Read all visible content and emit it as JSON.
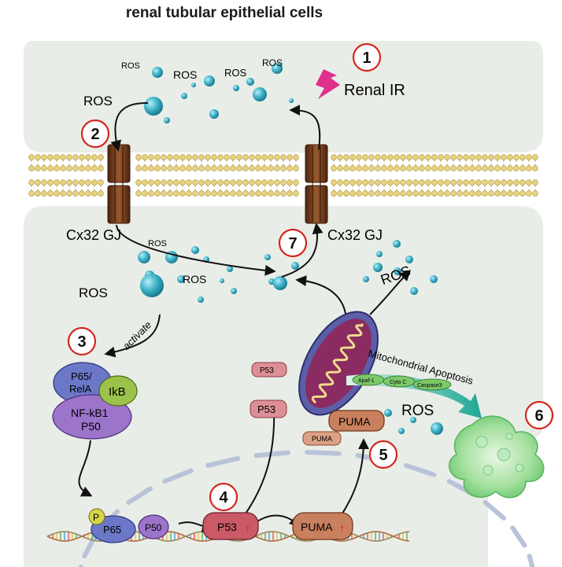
{
  "title": "renal tubular epithelial cells",
  "labels": {
    "ros": "ROS",
    "renal_ir": "Renal IR",
    "cx32_gj": "Cx32 GJ",
    "activate": "activate",
    "mitochondrial_apoptosis": "Mitochondrial Apoptosis"
  },
  "steps": [
    "1",
    "2",
    "3",
    "4",
    "5",
    "6",
    "7"
  ],
  "complex": {
    "p65_rela_line1": "P65/",
    "p65_rela_line2": "RelA",
    "ikb": "IkB",
    "nfkb1_line1": "NF-kB1",
    "nfkb1_line2": "P50"
  },
  "nucleus": {
    "p": "P",
    "p65": "P65",
    "p50": "P50",
    "p53": "P53",
    "puma": "PUMA",
    "up_arrow": "↑"
  },
  "proteins": {
    "p53": "P53",
    "puma": "PUMA"
  },
  "cascade": [
    "Apaf-1",
    "Cyto C",
    "Caspase3"
  ],
  "colors": {
    "cell_bg": "#e8ece7",
    "ros_bead": "#3fb3c8",
    "channel": "#7a3f1e",
    "lipid_head": "#e8d47c",
    "step_circle": "#d4261e",
    "p65": "#6b78c8",
    "ikb": "#9bc24a",
    "p50": "#9c74c9",
    "p53": "#c95a66",
    "puma": "#c9805e",
    "mito_outer": "#5a5fa8",
    "mito_inner": "#8a2b62",
    "apoptotic_cell": "#74cf7a",
    "lightning": "#e0308e",
    "cascade_arrow": "#38b7a3"
  }
}
